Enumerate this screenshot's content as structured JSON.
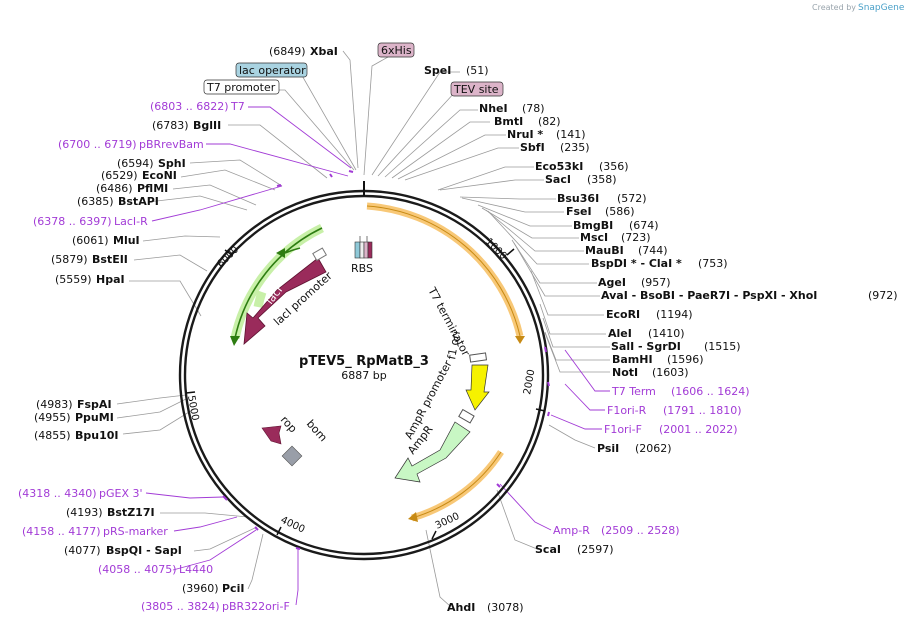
{
  "branding": {
    "created_by": "Created by",
    "product": "SnapGene"
  },
  "plasmid": {
    "name": "pTEV5_ RpMatB_3",
    "length_label": "6887 bp",
    "length": 6887
  },
  "scale_ticks": [
    "1000",
    "2000",
    "3000",
    "4000",
    "5000",
    "6000"
  ],
  "boxed_features": [
    {
      "name": "lac operator",
      "fill": "#a9d3e1"
    },
    {
      "name": "6xHis",
      "fill": "#dcb4c9"
    },
    {
      "name": "T7 promoter",
      "fill": "#ffffff"
    },
    {
      "name": "TEV site",
      "fill": "#dcb4c9"
    }
  ],
  "sites": [
    {
      "name": "XbaI",
      "pos": "(6849)"
    },
    {
      "name": "SpeI",
      "pos": "(51)"
    },
    {
      "name": "NheI",
      "pos": "(78)"
    },
    {
      "name": "BmtI",
      "pos": "(82)"
    },
    {
      "name": "NruI *",
      "pos": "(141)"
    },
    {
      "name": "SbfI",
      "pos": "(235)"
    },
    {
      "name": "Eco53kI",
      "pos": "(356)"
    },
    {
      "name": "SacI",
      "pos": "(358)"
    },
    {
      "name": "Bsu36I",
      "pos": "(572)"
    },
    {
      "name": "FseI",
      "pos": "(586)"
    },
    {
      "name": "BmgBI",
      "pos": "(674)"
    },
    {
      "name": "MscI",
      "pos": "(723)"
    },
    {
      "name": "MauBI",
      "pos": "(744)"
    },
    {
      "name": "BspDI *  -  ClaI *",
      "pos": "(753)"
    },
    {
      "name": "AgeI",
      "pos": "(957)"
    },
    {
      "name": "AvaI   -  BsoBI   -  PaeR7I   -  PspXI   -  XhoI",
      "pos": "(972)"
    },
    {
      "name": "EcoRI",
      "pos": "(1194)"
    },
    {
      "name": "AleI",
      "pos": "(1410)"
    },
    {
      "name": "SalI   -  SgrDI",
      "pos": "(1515)"
    },
    {
      "name": "BamHI",
      "pos": "(1596)"
    },
    {
      "name": "NotI",
      "pos": "(1603)"
    },
    {
      "name": "PsiI",
      "pos": "(2062)"
    },
    {
      "name": "ScaI",
      "pos": "(2597)"
    },
    {
      "name": "AhdI",
      "pos": "(3078)"
    },
    {
      "name": "PciI",
      "pos": "(3960)"
    },
    {
      "name": "BspQI   -  SapI",
      "pos": "(4077)"
    },
    {
      "name": "BstZ17I",
      "pos": "(4193)"
    },
    {
      "name": "Bpu10I",
      "pos": "(4855)"
    },
    {
      "name": "PpuMI",
      "pos": "(4955)"
    },
    {
      "name": "FspAI",
      "pos": "(4983)"
    },
    {
      "name": "HpaI",
      "pos": "(5559)"
    },
    {
      "name": "BstEII",
      "pos": "(5879)"
    },
    {
      "name": "MluI",
      "pos": "(6061)"
    },
    {
      "name": "BstAPI",
      "pos": "(6385)"
    },
    {
      "name": "PflMI",
      "pos": "(6486)"
    },
    {
      "name": "EcoNI",
      "pos": "(6529)"
    },
    {
      "name": "SphI",
      "pos": "(6594)"
    },
    {
      "name": "BglII",
      "pos": "(6783)"
    }
  ],
  "primers": [
    {
      "range": "(6803 .. 6822)",
      "name": "T7"
    },
    {
      "range": "(6700 .. 6719)",
      "name": "pBRrevBam"
    },
    {
      "range": "(6378 .. 6397)",
      "name": "LacI-R"
    },
    {
      "range": "(1606 .. 1624)",
      "name": "T7 Term"
    },
    {
      "range": "(1791 .. 1810)",
      "name": "F1ori-R"
    },
    {
      "range": "(2001 .. 2022)",
      "name": "F1ori-F"
    },
    {
      "range": "(2509 .. 2528)",
      "name": "Amp-R"
    },
    {
      "range": "(4318 .. 4340)",
      "name": "pGEX 3'"
    },
    {
      "range": "(4158 .. 4177)",
      "name": "pRS-marker"
    },
    {
      "range": "(4058 .. 4075)",
      "name": "L4440"
    },
    {
      "range": "(3805 .. 3824)",
      "name": "pBR322ori-F"
    }
  ],
  "inner_features": {
    "laci": "lacI",
    "laci_promoter": "lacI promoter",
    "rbs": "RBS",
    "t7_terminator": "T7 terminator",
    "f1_ori": "f1 ori",
    "ampr_promoter": "AmpR promoter",
    "ampr": "AmpR",
    "rop": "rop",
    "bom": "bom"
  },
  "colors": {
    "primer": "#a23bd6",
    "orf_highlight": "#f5b54a",
    "laci": "#9a2b5b",
    "promoter_bg": "#c8f0a8",
    "promoter_arrow": "#2e7d12",
    "f1_ori": "#f6f200",
    "ampr": "#c8f7c4",
    "rop": "#9a2b5b",
    "bom": "#999ea8"
  }
}
